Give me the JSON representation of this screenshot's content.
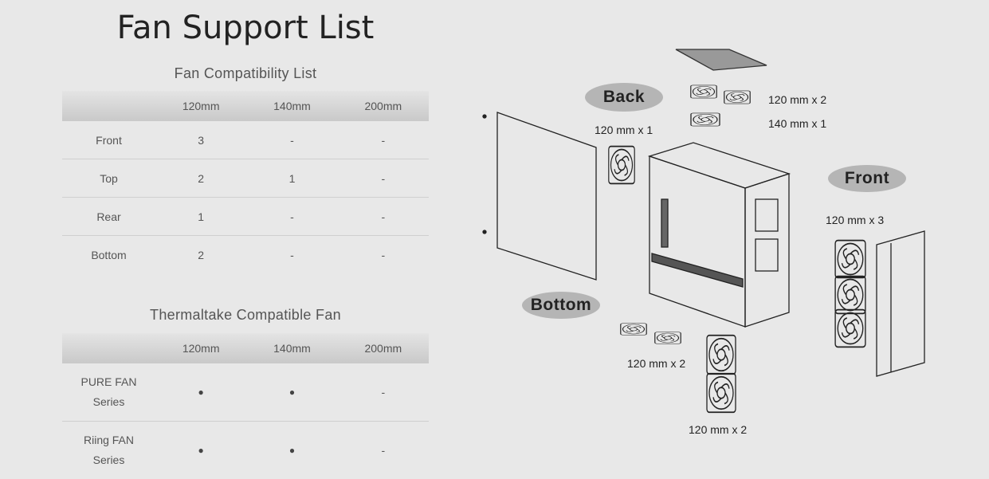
{
  "title": "Fan Support List",
  "compat": {
    "title": "Fan Compatibility List",
    "headers": [
      "",
      "120mm",
      "140mm",
      "200mm"
    ],
    "rows": [
      [
        "Front",
        "3",
        "-",
        "-"
      ],
      [
        "Top",
        "2",
        "1",
        "-"
      ],
      [
        "Rear",
        "1",
        "-",
        "-"
      ],
      [
        "Bottom",
        "2",
        "-",
        "-"
      ]
    ]
  },
  "tt": {
    "title": "Thermaltake Compatible Fan",
    "headers": [
      "",
      "120mm",
      "140mm",
      "200mm"
    ],
    "rows": [
      {
        "line1": "PURE FAN",
        "line2": "Series",
        "c120": "●",
        "c140": "●",
        "c200": "-"
      },
      {
        "line1": "Riing FAN",
        "line2": "Series",
        "c120": "●",
        "c140": "●",
        "c200": "-"
      }
    ]
  },
  "diagram": {
    "back": "Back",
    "front": "Front",
    "bottom": "Bottom",
    "top_120": "120 mm x 2",
    "top_140": "140 mm x 1",
    "rear_120": "120 mm x 1",
    "front_120": "120 mm x 3",
    "bottom_a": "120 mm x 2",
    "bottom_b": "120 mm x 2"
  }
}
